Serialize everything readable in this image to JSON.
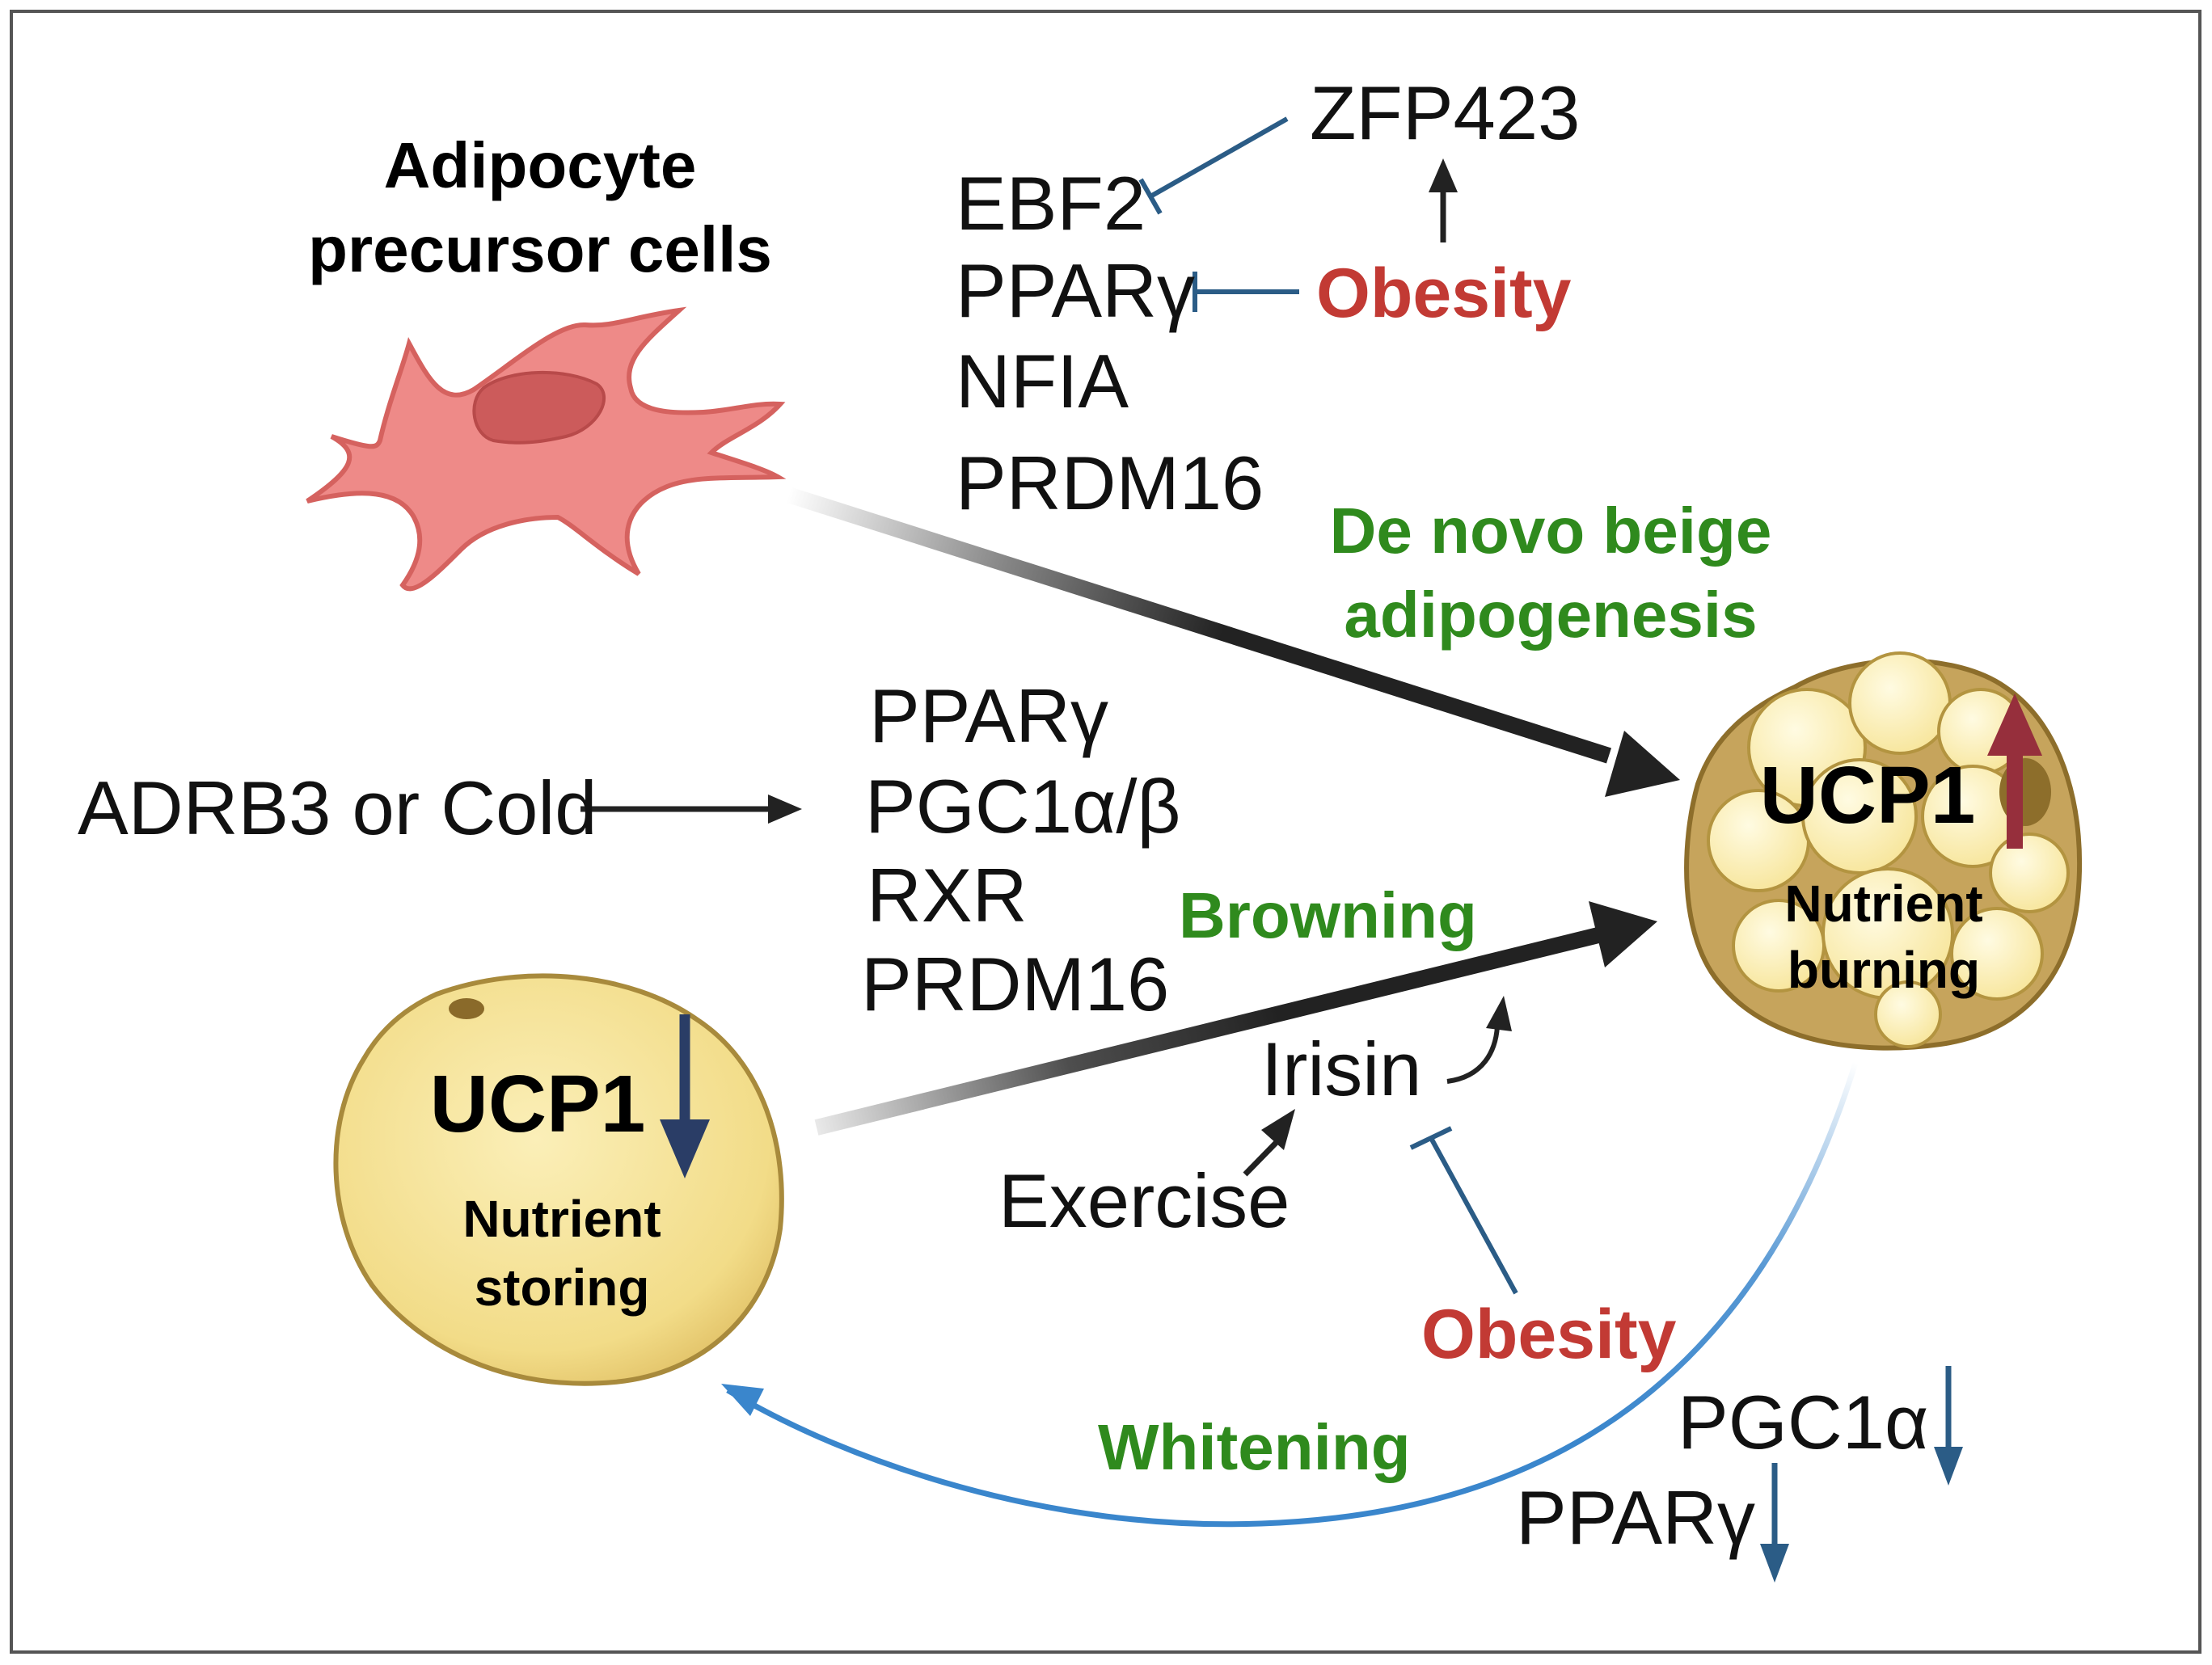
{
  "precursor": {
    "title_line1": "Adipocyte",
    "title_line2": "precursor cells"
  },
  "top_factors": [
    "EBF2",
    "PPARγ",
    "NFIA",
    "PRDM16"
  ],
  "zfp": "ZFP423",
  "obesity_top": "Obesity",
  "de_novo": {
    "line1": "De novo beige",
    "line2": "adipogenesis"
  },
  "stimulus": "ADRB3 or Cold",
  "mid_factors": [
    "PPARγ",
    "PGC1α/β",
    "RXR",
    "PRDM16"
  ],
  "browning": "Browning",
  "irisin": "Irisin",
  "exercise": "Exercise",
  "obesity_bottom": "Obesity",
  "whitening": "Whitening",
  "down_factors": [
    "PGC1α",
    "PPARγ"
  ],
  "white_cell": {
    "marker": "UCP1",
    "line1": "Nutrient",
    "line2": "storing"
  },
  "beige_cell": {
    "marker": "UCP1",
    "line1": "Nutrient",
    "line2": "burning"
  },
  "colors": {
    "green_text": "#2f8a1d",
    "red_text": "#c23a34",
    "inhibit_blue": "#2b5c86",
    "whitening_blue": "#3a86cc",
    "cell_fill": "#f3de8a",
    "precursor_fill": "#ee8a88",
    "up_arrow": "#962f3c",
    "down_arrow": "#2a3d66"
  }
}
